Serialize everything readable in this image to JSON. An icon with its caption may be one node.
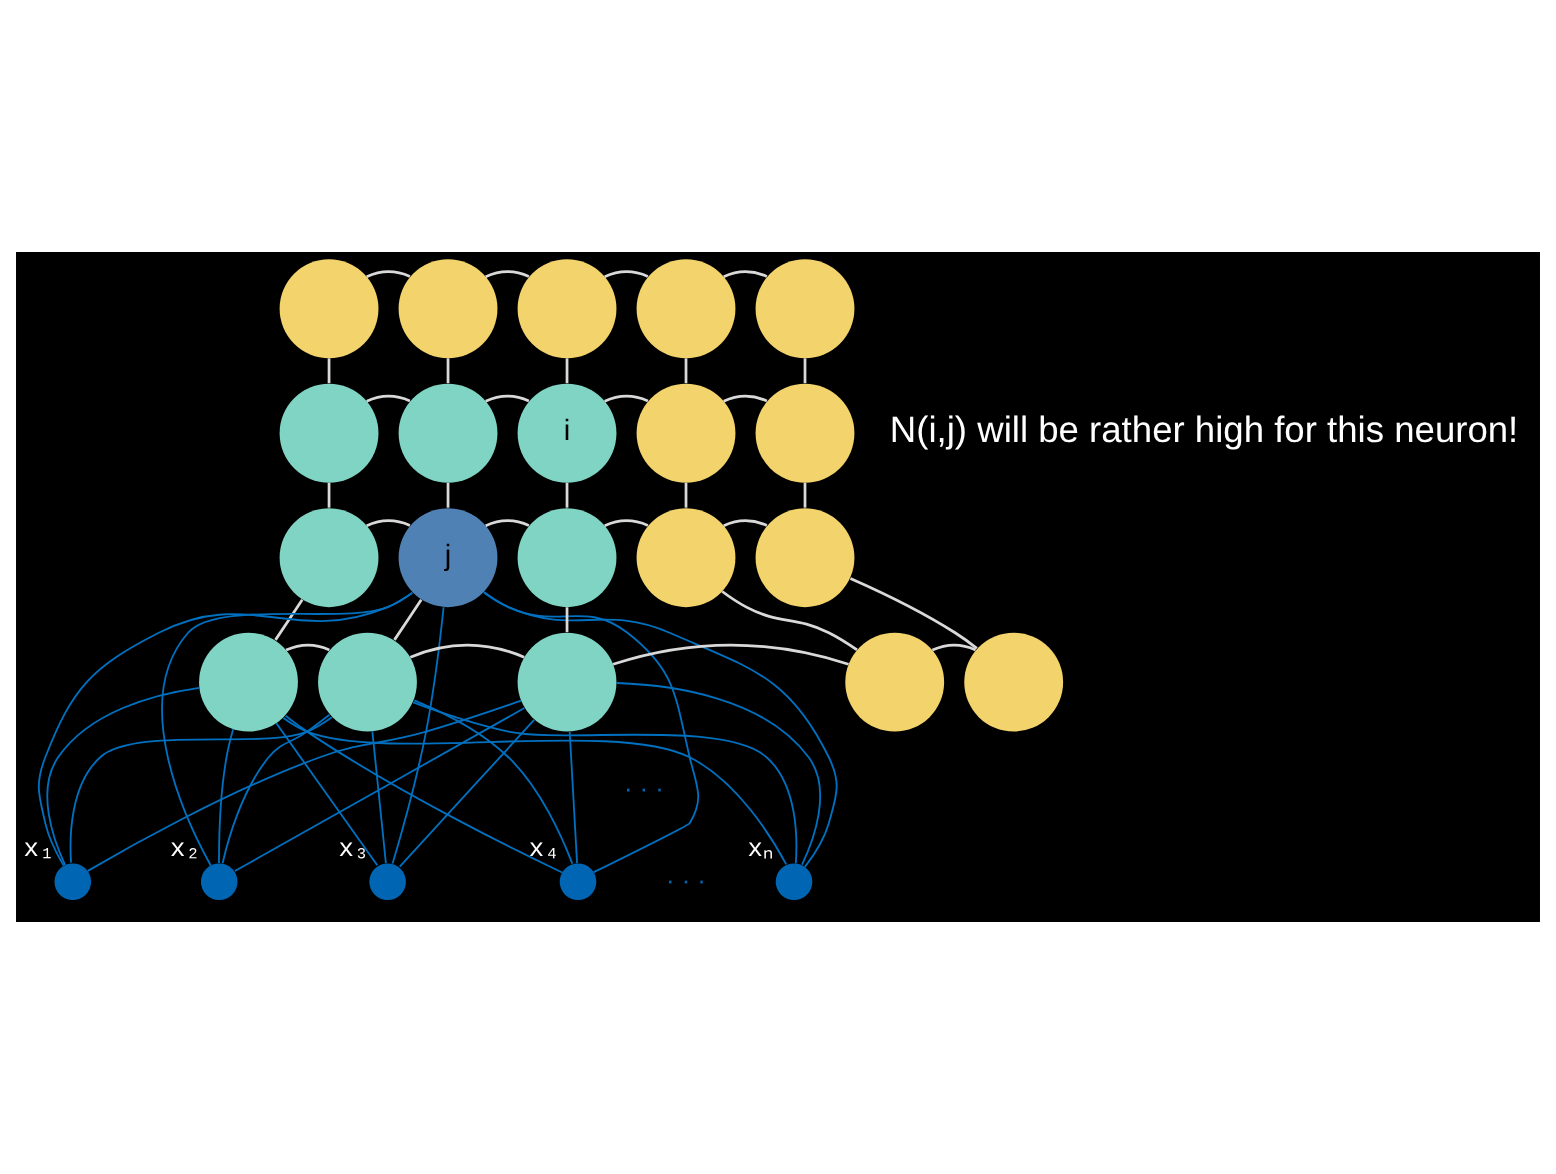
{
  "diagram": {
    "nodes": [
      {
        "text": [],
        "shape": "circle"
      },
      {
        "text": [],
        "shape": "circle"
      },
      {
        "text": [],
        "shape": "circle"
      },
      {
        "text": [],
        "shape": "circle"
      },
      {
        "text": [],
        "shape": "circle"
      },
      {
        "text": [],
        "shape": "circle"
      },
      {
        "text": [],
        "shape": "circle"
      },
      {
        "text": [
          "i"
        ]
      },
      {
        "text": [],
        "shape": "circle"
      },
      {
        "text": [],
        "shape": "circle"
      },
      {
        "text": [],
        "shape": "circle"
      },
      {
        "text": [
          "j"
        ]
      },
      {
        "text": [],
        "shape": "circle"
      },
      {
        "text": [],
        "shape": "circle"
      },
      {
        "text": [],
        "shape": "circle"
      },
      {
        "text": [],
        "shape": "circle"
      },
      {
        "text": [],
        "shape": "circle"
      },
      {
        "text": [],
        "shape": "circle"
      },
      {
        "text": [],
        "shape": "circle"
      },
      {
        "text": [],
        "shape": "circle"
      },
      {
        "text": [],
        "shape": "circle",
        "beside": [
          "x₁"
        ]
      },
      {
        "text": [],
        "shape": "circle",
        "beside": [
          "x₂"
        ]
      },
      {
        "text": [],
        "shape": "circle",
        "beside": [
          "x₃"
        ]
      },
      {
        "text": [],
        "shape": "circle",
        "beside": [
          "x₄"
        ]
      },
      {
        "text": [],
        "shape": "circle",
        "beside": [
          "xₙ"
        ]
      }
    ],
    "edges": [
      {
        "from": 0,
        "to": 1,
        "arrow": "none"
      },
      {
        "from": 1,
        "to": 2,
        "arrow": "none"
      },
      {
        "from": 2,
        "to": 3,
        "arrow": "none"
      },
      {
        "from": 3,
        "to": 4,
        "arrow": "none"
      },
      {
        "from": 5,
        "to": 6,
        "arrow": "none"
      },
      {
        "from": 6,
        "to": 7,
        "arrow": "none"
      },
      {
        "from": 7,
        "to": 8,
        "arrow": "none"
      },
      {
        "from": 8,
        "to": 9,
        "arrow": "none"
      },
      {
        "from": 10,
        "to": 11,
        "arrow": "none"
      },
      {
        "from": 11,
        "to": 12,
        "arrow": "none"
      },
      {
        "from": 12,
        "to": 13,
        "arrow": "none"
      },
      {
        "from": 13,
        "to": 14,
        "arrow": "none"
      },
      {
        "from": 15,
        "to": 16,
        "arrow": "none"
      },
      {
        "from": 16,
        "to": 17,
        "arrow": "none"
      },
      {
        "from": 17,
        "to": 18,
        "arrow": "none"
      },
      {
        "from": 18,
        "to": 19,
        "arrow": "none"
      },
      {
        "from": 0,
        "to": 5,
        "arrow": "none"
      },
      {
        "from": 1,
        "to": 6,
        "arrow": "none"
      },
      {
        "from": 2,
        "to": 7,
        "arrow": "none"
      },
      {
        "from": 3,
        "to": 8,
        "arrow": "none"
      },
      {
        "from": 4,
        "to": 9,
        "arrow": "none"
      },
      {
        "from": 5,
        "to": 10,
        "arrow": "none"
      },
      {
        "from": 6,
        "to": 11,
        "arrow": "none"
      },
      {
        "from": 7,
        "to": 12,
        "arrow": "none"
      },
      {
        "from": 8,
        "to": 13,
        "arrow": "none"
      },
      {
        "from": 9,
        "to": 14,
        "arrow": "none"
      },
      {
        "from": 10,
        "to": 15,
        "arrow": "none"
      },
      {
        "from": 11,
        "to": 16,
        "arrow": "none"
      },
      {
        "from": 12,
        "to": 17,
        "arrow": "none"
      },
      {
        "from": 13,
        "to": 18,
        "arrow": "none"
      },
      {
        "from": 14,
        "to": 19,
        "arrow": "none"
      },
      {
        "from": 11,
        "to": 20,
        "arrow": "none",
        "color": "#0070c0"
      },
      {
        "from": 11,
        "to": 21,
        "arrow": "none",
        "color": "#0070c0"
      },
      {
        "from": 11,
        "to": 22,
        "arrow": "none",
        "color": "#0070c0"
      },
      {
        "from": 11,
        "to": 23,
        "arrow": "none",
        "color": "#0070c0"
      },
      {
        "from": 11,
        "to": 24,
        "arrow": "none",
        "color": "#0070c0"
      },
      {
        "from": 15,
        "to": 20,
        "arrow": "none",
        "color": "#0070c0"
      },
      {
        "from": 15,
        "to": 21,
        "arrow": "none",
        "color": "#0070c0"
      },
      {
        "from": 15,
        "to": 22,
        "arrow": "none",
        "color": "#0070c0"
      },
      {
        "from": 15,
        "to": 23,
        "arrow": "none",
        "color": "#0070c0"
      },
      {
        "from": 15,
        "to": 24,
        "arrow": "none",
        "color": "#0070c0"
      },
      {
        "from": 16,
        "to": 20,
        "arrow": "none",
        "color": "#0070c0"
      },
      {
        "from": 16,
        "to": 21,
        "arrow": "none",
        "color": "#0070c0"
      },
      {
        "from": 16,
        "to": 22,
        "arrow": "none",
        "color": "#0070c0"
      },
      {
        "from": 16,
        "to": 23,
        "arrow": "none",
        "color": "#0070c0"
      },
      {
        "from": 16,
        "to": 24,
        "arrow": "none",
        "color": "#0070c0"
      },
      {
        "from": 17,
        "to": 20,
        "arrow": "none",
        "color": "#0070c0"
      },
      {
        "from": 17,
        "to": 21,
        "arrow": "none",
        "color": "#0070c0"
      },
      {
        "from": 17,
        "to": 22,
        "arrow": "none",
        "color": "#0070c0"
      },
      {
        "from": 17,
        "to": 23,
        "arrow": "none",
        "color": "#0070c0"
      },
      {
        "from": 17,
        "to": 24,
        "arrow": "none",
        "color": "#0070c0"
      }
    ],
    "labels": [
      "N(i,j) will be rather high for this neuron!",
      "· · ·",
      "· · ·"
    ]
  }
}
